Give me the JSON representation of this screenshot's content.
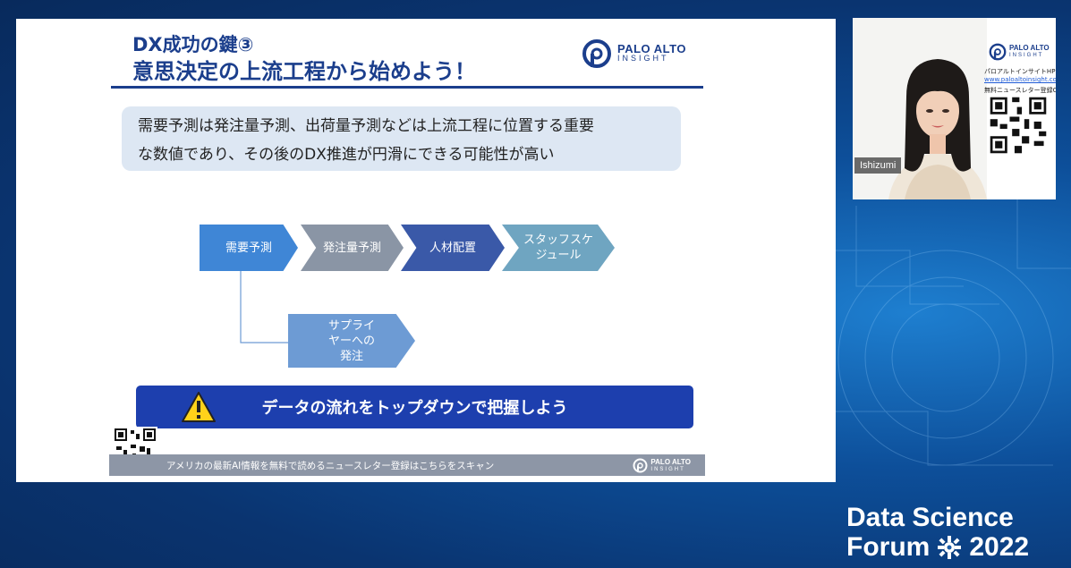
{
  "slide": {
    "title_line1": "DX成功の鍵③",
    "title_line2": "意思決定の上流工程から始めよう！",
    "logo_line1": "PALO ALTO",
    "logo_line2": "INSIGHT",
    "callout_line1": "需要予測は発注量予測、出荷量予測などは上流工程に位置する重要",
    "callout_line2": "な数値であり、その後のDX推進が円滑にできる可能性が高い",
    "flow": {
      "step1": "需要予測",
      "step2": "発注量予測",
      "step3": "人材配置",
      "step4": "スタッフスケジュール",
      "step5": "サプライヤーへの発注"
    },
    "warning_text": "データの流れをトップダウンで把握しよう",
    "footer_text": "アメリカの最新AI情報を無料で読めるニュースレター登録はこちらをスキャン",
    "footer_logo_line1": "PALO ALTO",
    "footer_logo_line2": "INSIGHT"
  },
  "webcam": {
    "name": "Ishizumi",
    "logo_line1": "PALO ALTO",
    "logo_line2": "INSIGHT",
    "hp_label": "パロアルトインサイトHP：",
    "url": "www.paloaltoinsight.com",
    "newsletter_label": "無料ニュースレター登録QR"
  },
  "brand": {
    "line1": "Data Science",
    "line2_word": "Forum",
    "line2_year": "2022"
  },
  "colors": {
    "title_blue": "#1b3e8c",
    "chevron_blue": "#3f86d6",
    "chevron_gray": "#8a95a5",
    "chevron_navy": "#3a59a8",
    "chevron_teal": "#6fa5c1",
    "chevron_light": "#6d9bd4",
    "warning_bar": "#1d3fae"
  }
}
